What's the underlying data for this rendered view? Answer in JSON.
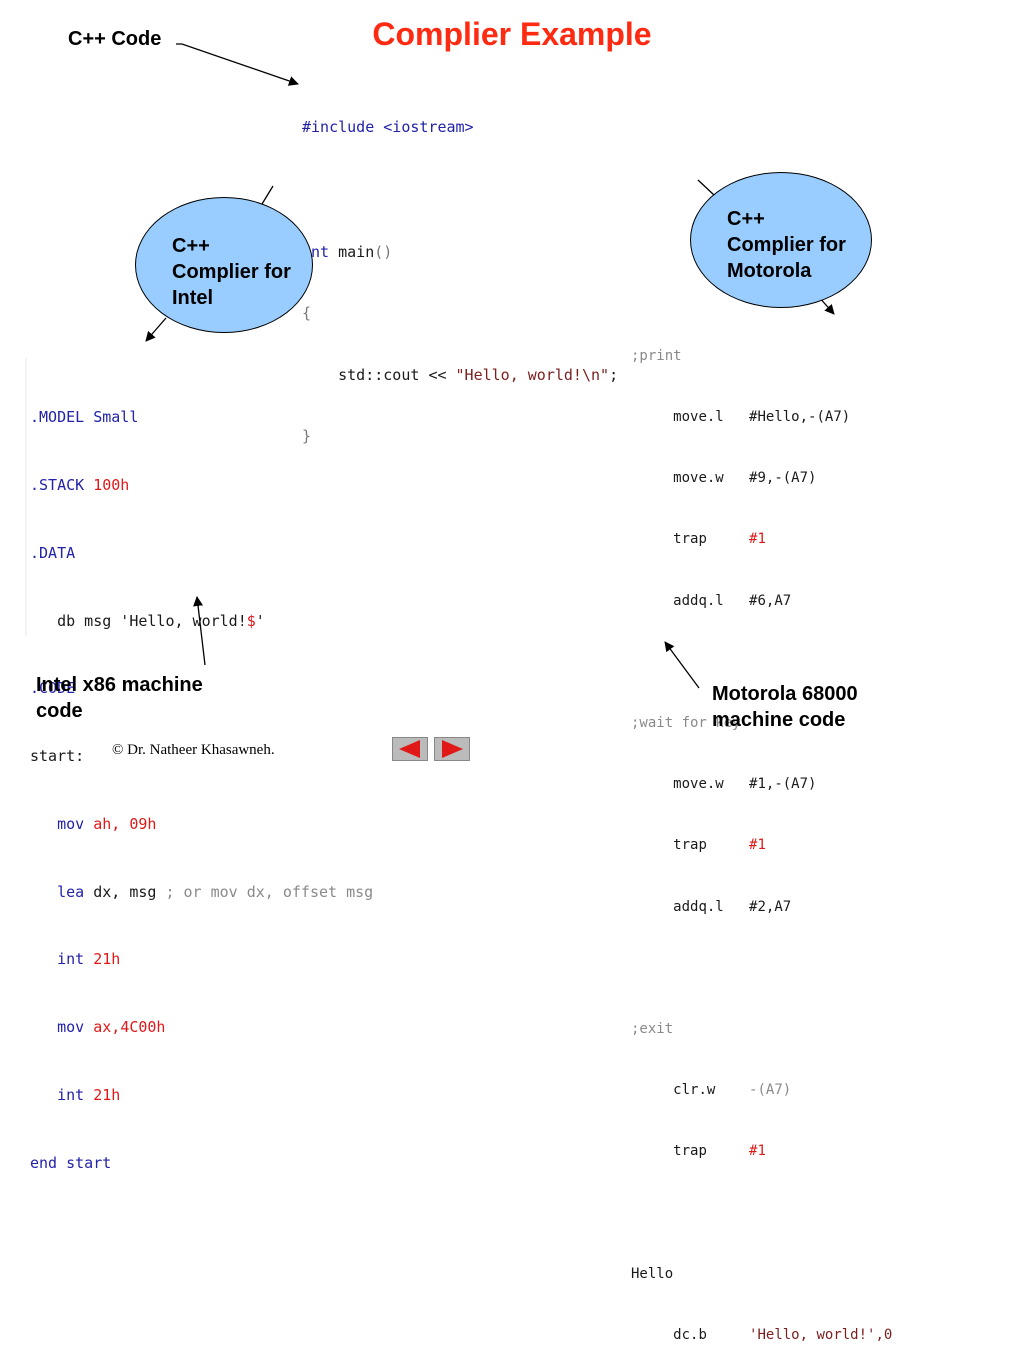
{
  "slide": {
    "title": "Complier Example",
    "footer": "© Dr. Natheer Khasawneh."
  },
  "callouts": {
    "cpp_code": "C++ Code",
    "intel_line1": "Intel x86 machine",
    "intel_line2": "code",
    "motorola_line1": "Motorola 68000",
    "motorola_line2": "machine code"
  },
  "bubbles": {
    "intel": {
      "line1": "C++",
      "line2": "Complier for",
      "line3": "Intel"
    },
    "motorola": {
      "line1": "C++",
      "line2": "Complier for",
      "line3": "Motorola"
    }
  },
  "cpp_code": {
    "include_directive": "#include",
    "include_header": "<iostream>",
    "int_kw": "int",
    "main_name": "main",
    "main_parens": "()",
    "open_brace": "{",
    "cout": "std::cout",
    "shift_op": "<<",
    "hello_string": "\"Hello, world!\\n\"",
    "semicolon": ";",
    "close_brace": "}"
  },
  "intel_code": {
    "model_kw": ".MODEL",
    "model_val": "Small",
    "stack_kw": ".STACK",
    "stack_val": "100h",
    "data_kw": ".DATA",
    "db_line": "db msg 'Hello, world!",
    "db_dollar": "$",
    "db_quote": "'",
    "code_kw": ".CODE",
    "start_label": "start:",
    "mov1_op": "mov",
    "mov1_reg": "ah,",
    "mov1_val": "09h",
    "lea_op": "lea",
    "lea_args": "dx, msg",
    "lea_comment": "; or mov dx, offset msg",
    "int1_op": "int",
    "int1_val": "21h",
    "mov2_op": "mov",
    "mov2_reg": "ax,",
    "mov2_val": "4C00h",
    "int2_op": "int",
    "int2_val": "21h",
    "end_line": "end start"
  },
  "motorola_code": {
    "print_comment": ";print",
    "l1_op": "move.l",
    "l1_arg": "#Hello,-(A7)",
    "l2_op": "move.w",
    "l2_arg": "#9,-(A7)",
    "l3_op": "trap",
    "l3_arg": "#1",
    "l4_op": "addq.l",
    "l4_arg": "#6,A7",
    "wait_comment": ";wait for key",
    "l5_op": "move.w",
    "l5_arg": "#1,-(A7)",
    "l6_op": "trap",
    "l6_arg": "#1",
    "l7_op": "addq.l",
    "l7_arg": "#2,A7",
    "exit_comment": ";exit",
    "l8_op": "clr.w",
    "l8_arg": "-(A7)",
    "l9_op": "trap",
    "l9_arg": "#1",
    "hello_label": "Hello",
    "l10_op": "dc.b",
    "l10_arg": "'Hello, world!',0"
  },
  "colors": {
    "title": "#ff2a12",
    "bubble_fill": "#99ccff",
    "nav_arrow": "#e01818",
    "keyword": "#2222aa",
    "number": "#e01818"
  },
  "icons": {
    "prev": "triangle-left-icon",
    "next": "triangle-right-icon"
  }
}
